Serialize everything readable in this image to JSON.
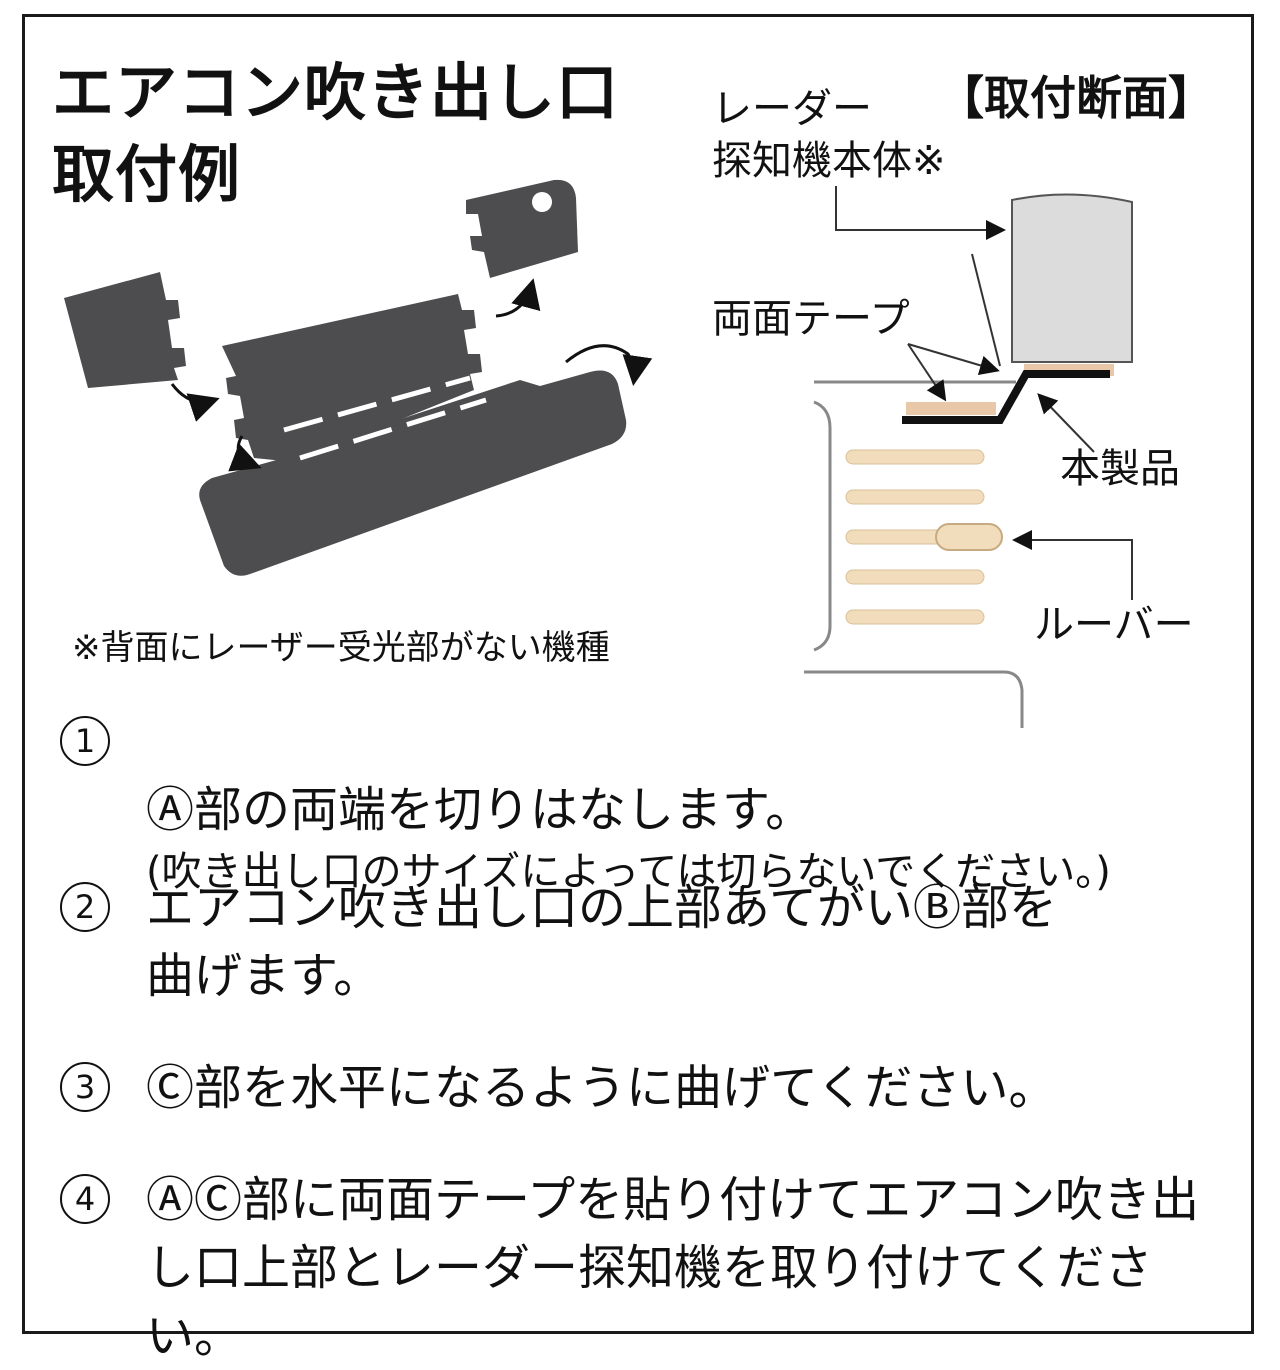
{
  "title_line1": "エアコン吹き出し口",
  "title_line2": "取付例",
  "section_title": "【取付断面】",
  "labels": {
    "radar_line1": "レーダー",
    "radar_line2": "探知機本体※",
    "tape": "両面テープ",
    "product": "本製品",
    "louver": "ルーバー"
  },
  "note": "※背面にレーザー受光部がない機種",
  "steps": [
    {
      "num": "1",
      "text": "Ⓐ部の両端を切りはなします。",
      "sub": "(吹き出し口のサイズによっては切らないでください。)"
    },
    {
      "num": "2",
      "text": "エアコン吹き出し口の上部あてがいⒷ部を\n曲げます。"
    },
    {
      "num": "3",
      "text": "Ⓒ部を水平になるように曲げてください。"
    },
    {
      "num": "4",
      "text": "ⒶⒸ部に両面テープを貼り付けてエアコン吹き出\nし口上部とレーダー探知機を取り付けてください。"
    }
  ],
  "colors": {
    "part": "#4d4d4f",
    "housing": "#dcdcdc",
    "tape": "#e8c8a8",
    "louver": "#f1dcbb"
  }
}
